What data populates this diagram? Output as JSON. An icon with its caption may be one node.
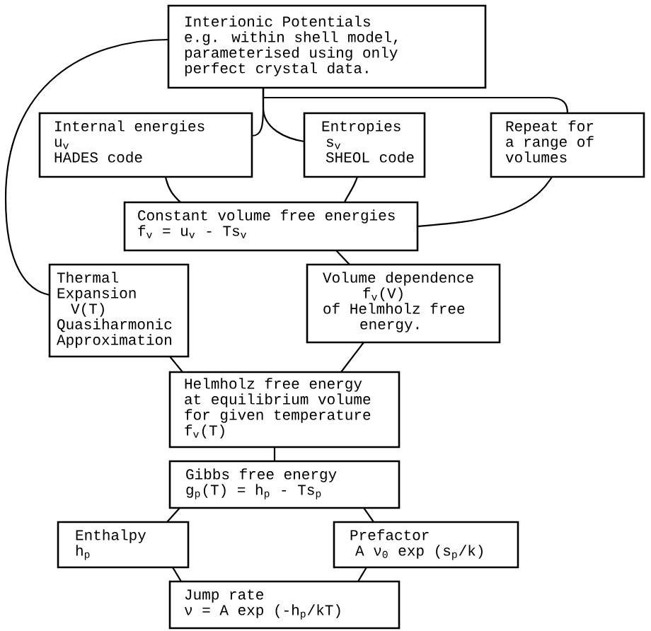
{
  "diagram": {
    "nodes": [
      {
        "text": [
          "Interionic Potentials",
          "e.g. within shell model, parameterised using only perfect crystal data."
        ]
      },
      {
        "text": [
          "Internal energies",
          "u$_{v}$",
          "HADES code"
        ]
      },
      {
        "text": [
          "Entropies",
          "s$_{v}$",
          "SHEOL code"
        ]
      },
      {
        "text": [
          "Repeat for a range of volumes"
        ]
      },
      {
        "text": [
          "Constant volume free energies",
          "f$_{v}$ = u$_{v}$ - Ts$_{v}$"
        ]
      },
      {
        "text": [
          "Thermal Expansion",
          "V(T)",
          "Quasiharmonic Approximation"
        ]
      },
      {
        "text": [
          "Volume dependence",
          "f$_{v}$(V)",
          "of Helmholz free energy."
        ]
      },
      {
        "text": [
          "Helmholz free energy at equilibrium volume for given temperature",
          "f$_{v}$(T)"
        ]
      },
      {
        "text": [
          "Gibbs free energy",
          "g$_{p}$(T) = h$_{p}$ - Ts$_{p}$"
        ]
      },
      {
        "text": [
          "Enthalpy",
          "h$_{p}$"
        ]
      },
      {
        "text": [
          "Prefactor",
          "A ν$_{0}$ exp (s$_{p}$/k)"
        ]
      },
      {
        "text": [
          "Jump rate",
          "ν = A exp (-h$_{p}$/kT)"
        ]
      }
    ],
    "edges": [
      {
        "from": 0,
        "to": 1,
        "arrow": "none"
      },
      {
        "from": 0,
        "to": 2,
        "arrow": "none"
      },
      {
        "from": 0,
        "to": 3,
        "arrow": "none"
      },
      {
        "from": 0,
        "to": 5,
        "arrow": "none"
      },
      {
        "from": 1,
        "to": 4,
        "arrow": "none"
      },
      {
        "from": 2,
        "to": 4,
        "arrow": "none"
      },
      {
        "from": 3,
        "to": 4,
        "arrow": "none"
      },
      {
        "from": 4,
        "to": 6,
        "arrow": "none"
      },
      {
        "from": 5,
        "to": 7,
        "arrow": "none"
      },
      {
        "from": 6,
        "to": 7,
        "arrow": "none"
      },
      {
        "from": 7,
        "to": 8,
        "arrow": "none"
      },
      {
        "from": 8,
        "to": 9,
        "arrow": "none"
      },
      {
        "from": 8,
        "to": 10,
        "arrow": "none"
      },
      {
        "from": 9,
        "to": 11,
        "arrow": "none"
      },
      {
        "from": 10,
        "to": 11,
        "arrow": "none"
      }
    ]
  }
}
